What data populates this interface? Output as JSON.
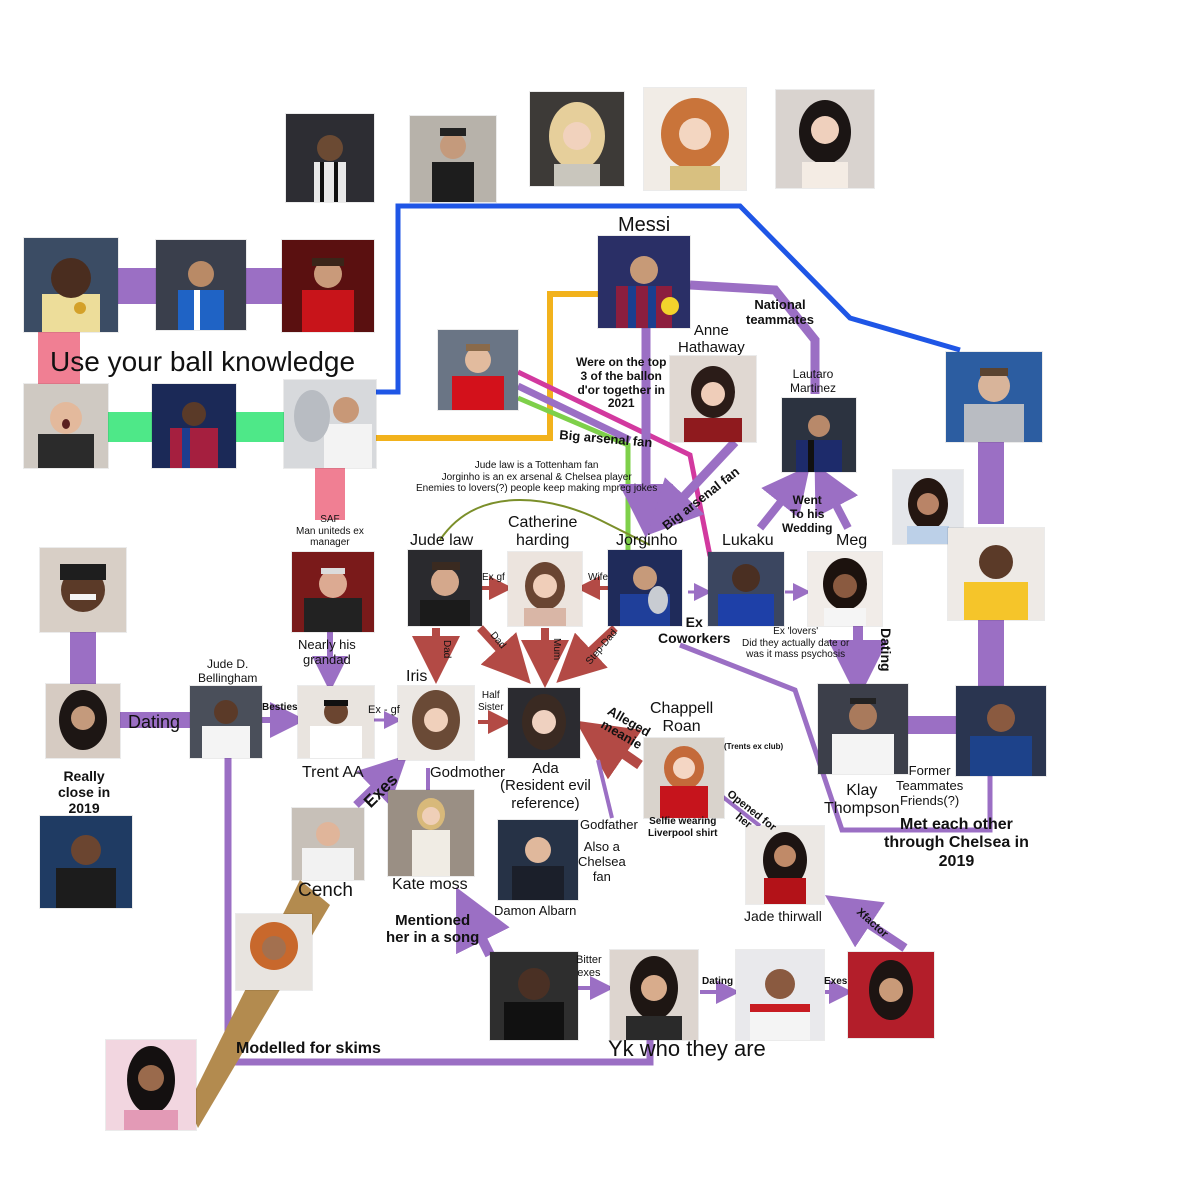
{
  "heading": "Use your ball knowledge",
  "colors": {
    "purple": "#9b6fc4",
    "red": "#b34a45",
    "pink": "#f07f93",
    "green": "#4ee888",
    "blue": "#1f56e6",
    "orange": "#f2b21c",
    "magenta": "#d2399f",
    "tan": "#b38b4f",
    "olive": "#7b8f2a",
    "lime": "#7ed04a",
    "background": "#ffffff"
  },
  "names": {
    "messi": "Messi",
    "anne_hathaway": "Anne\nHathaway",
    "lautaro": "Lautaro\nMartinez",
    "catherine_harding": "Catherine\nharding",
    "jude_law": "Jude law",
    "jorginho": "Jorginho",
    "lukaku": "Lukaku",
    "meg": "Meg",
    "saf": "SAF\nMan uniteds ex\nmanager",
    "jude_bellingham": "Jude D.\nBellingham",
    "iris": "Iris",
    "trent": "Trent AA",
    "ada": "Ada\n(Resident evil\nreference)",
    "chappell": "Chappell\nRoan",
    "klay": "Klay\nThompson",
    "kate_moss": "Kate moss",
    "cench": "Cench",
    "damon": "Damon Albarn",
    "jade": "Jade thirwall"
  },
  "relations": {
    "national_teammates": "National\nteammates",
    "ballon_dor": "Were on the top\n3 of the ballon\nd'or together in\n2021",
    "big_arsenal_fan_1": "Big arsenal fan",
    "big_arsenal_fan_2": "Big arsenal fan",
    "jude_law_note": "Jude law is a Tottenham fan\nJorginho is an ex arsenal & Chelsea player\nEnemies to lovers(?) people keep making mpreg jokes",
    "went_to_wedding": "Went\nTo his\nWedding",
    "ex_gf": "Ex gf",
    "wife": "Wife",
    "ex_coworkers": "Ex\nCoworkers",
    "ex_lovers": "Ex 'lovers'\nDid they actually date or\nwas it mass psychosis",
    "dating_vertical": "Dating",
    "nearly_grandad": "Nearly his\ngrandad",
    "dad_1": "Dad",
    "dad_2": "Dad",
    "mum": "Mum",
    "step_dad": "Step-Dad",
    "dating_left": "Dating",
    "besties": "Besties",
    "ex_gf_2": "Ex - gf",
    "half_sister": "Half\nSister",
    "alleged_meanie": "Alleged\nmeanie",
    "trents_ex_club": "(Trents ex club)",
    "godmother": "Godmother",
    "godfather": "Godfather",
    "also_chelsea_fan": "Also a\nChelsea\nfan",
    "selfie_liverpool": "Selfie wearing\nLiverpool shirt",
    "opened_for_her": "Opened for\nher",
    "exes_cench": "Exes",
    "former_teammates": "Former\nTeammates\nFriends(?)",
    "met_through_chelsea": "Met each other\nthrough Chelsea in\n2019",
    "really_close": "Really\nclose in\n2019",
    "mentioned_in_song": "Mentioned\nher in a song",
    "bitter_exes": "Bitter\nexes",
    "dating_bottom": "Dating",
    "exes_bottom": "Exes",
    "xfactor": "Xfactor",
    "modelled_skims": "Modelled for skims",
    "yk_who": "Yk who they are"
  }
}
